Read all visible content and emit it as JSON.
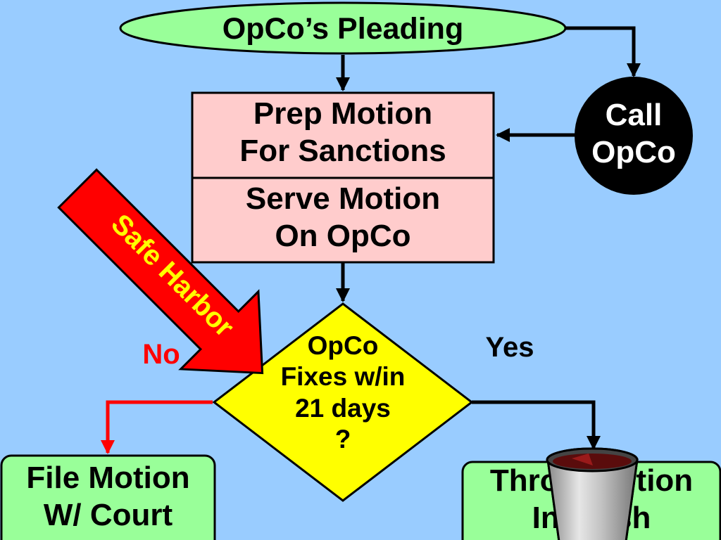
{
  "colors": {
    "background": "#99ccff",
    "start_fill": "#99ff99",
    "process_fill": "#ffcccc",
    "decision_fill": "#ffff00",
    "end_fill": "#99ff99",
    "call_fill": "#000000",
    "safe_harbor_fill": "#ff0000",
    "safe_harbor_text": "#ffff00",
    "no_path": "#ff0000",
    "connector": "#000000"
  },
  "nodes": {
    "pleading": {
      "label": "OpCo’s Pleading",
      "shape": "ellipse"
    },
    "prep_motion": {
      "lines": [
        "Prep Motion",
        "For Sanctions"
      ],
      "shape": "rectangle"
    },
    "serve_motion": {
      "lines": [
        "Serve Motion",
        "On OpCo"
      ],
      "shape": "rectangle"
    },
    "call_opco": {
      "lines": [
        "Call",
        "OpCo"
      ],
      "shape": "circle"
    },
    "decision": {
      "lines": [
        "OpCo",
        "Fixes w/in",
        "21 days",
        "?"
      ],
      "shape": "diamond"
    },
    "file_motion": {
      "lines": [
        "File Motion",
        "W/ Court"
      ],
      "shape": "rounded-rectangle"
    },
    "throw_motion": {
      "lines": [
        "Throw Motion",
        "In Trash"
      ],
      "shape": "rounded-rectangle"
    }
  },
  "edge_labels": {
    "no": "No",
    "yes": "Yes"
  },
  "callout": {
    "label": "Safe Harbor",
    "shape": "arrow"
  },
  "icons": {
    "trash": "trash-can-icon"
  }
}
